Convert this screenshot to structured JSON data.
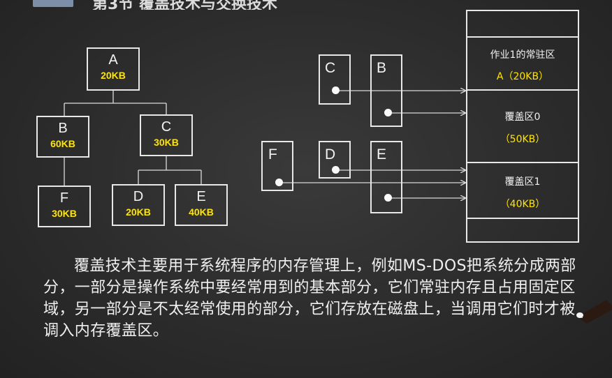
{
  "slide": {
    "title": "第3节  覆盖技术与交换技术"
  },
  "tree": {
    "A": {
      "name": "A",
      "size": "20KB"
    },
    "B": {
      "name": "B",
      "size": "60KB"
    },
    "C": {
      "name": "C",
      "size": "30KB"
    },
    "D": {
      "name": "D",
      "size": "20KB"
    },
    "E": {
      "name": "E",
      "size": "40KB"
    },
    "F": {
      "name": "F",
      "size": "30KB"
    }
  },
  "segments": {
    "C": "C",
    "B": "B",
    "F": "F",
    "D": "D",
    "E": "E"
  },
  "memory": {
    "resident_label": "作业1的常驻区",
    "resident_size": "A（20KB）",
    "overlay0_label": "覆盖区0",
    "overlay0_size": "（50KB）",
    "overlay1_label": "覆盖区1",
    "overlay1_size": "（40KB）"
  },
  "paragraph": "覆盖技术主要用于系统程序的内存管理上，例如MS-DOS把系统分成两部分，一部分是操作系统中要经常用到的基本部分，它们常驻内存且占用固定区域，另一部分是不太经常使用的部分，它们存放在磁盘上，当调用它们时才被调入内存覆盖区。",
  "colors": {
    "highlight": "#ffe500",
    "line": "#e8e8e8",
    "background": "#2c2c2c"
  }
}
